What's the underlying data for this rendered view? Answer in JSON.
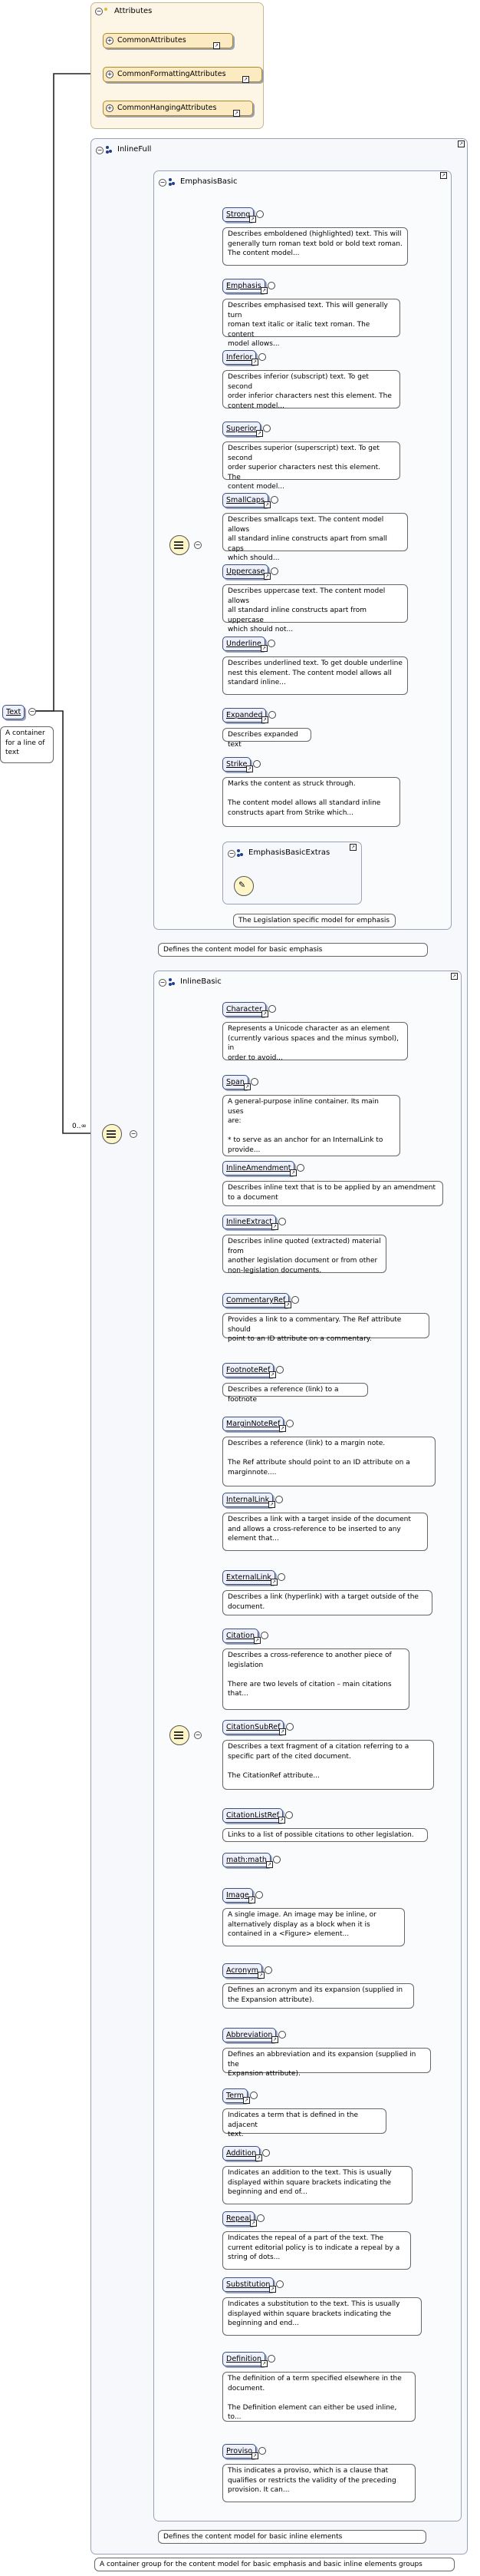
{
  "root": {
    "name": "Text",
    "doc": "A container\nfor a line of\ntext"
  },
  "attributes": {
    "title": "Attributes",
    "items": [
      "CommonAttributes",
      "CommonFormattingAttributes",
      "CommonHangingAttributes"
    ]
  },
  "inline_full": {
    "title": "InlineFull",
    "occurrence": "0..∞",
    "doc": "A container group for the content model for basic emphasis and basic inline elements groups"
  },
  "emphasis_basic": {
    "title": "EmphasisBasic",
    "doc": "Defines the content model for basic emphasis",
    "extras": {
      "title": "EmphasisBasicExtras",
      "doc": "The Legislation specific model for emphasis"
    },
    "elements": [
      {
        "name": "Strong",
        "doc": "Describes emboldened (highlighted) text. This will\ngenerally turn roman text bold or bold text roman.\nThe content model..."
      },
      {
        "name": "Emphasis",
        "doc": "Describes emphasised text. This will generally turn\nroman text italic or italic text roman. The content\nmodel allows..."
      },
      {
        "name": "Inferior",
        "doc": "Describes inferior (subscript) text. To get second\norder inferior characters nest this element. The\ncontent model..."
      },
      {
        "name": "Superior",
        "doc": "Describes superior (superscript) text. To get second\norder superior characters nest this element. The\ncontent model..."
      },
      {
        "name": "SmallCaps",
        "doc": "Describes smallcaps text. The content model allows\nall standard inline constructs apart from small caps\nwhich should..."
      },
      {
        "name": "Uppercase",
        "doc": "Describes uppercase text. The content model allows\nall standard inline constructs apart from uppercase\nwhich should not..."
      },
      {
        "name": "Underline",
        "doc": "Describes underlined text. To get double underline\nnest this element. The content model allows all\nstandard inline..."
      },
      {
        "name": "Expanded",
        "doc": "Describes expanded text"
      },
      {
        "name": "Strike",
        "doc": "Marks the content as struck through.\n\nThe content model allows all standard inline\nconstructs apart from Strike which..."
      }
    ]
  },
  "inline_basic": {
    "title": "InlineBasic",
    "doc": "Defines the content model for basic inline elements",
    "elements": [
      {
        "name": "Character",
        "doc": "Represents a Unicode character as an element\n(currently various spaces and the minus symbol), in\norder to avoid..."
      },
      {
        "name": "Span",
        "doc": "A general-purpose inline container. Its main uses\nare:\n\n* to serve as an anchor for an InternalLink to\nprovide..."
      },
      {
        "name": "InlineAmendment",
        "doc": "Describes inline text that is to be applied by an amendment\nto a document"
      },
      {
        "name": "InlineExtract",
        "doc": "Describes inline quoted (extracted) material from\nanother legislation document or from other\nnon-legislation documents."
      },
      {
        "name": "CommentaryRef",
        "doc": "Provides a link to a commentary. The Ref attribute should\npoint to an ID attribute on a commentary."
      },
      {
        "name": "FootnoteRef",
        "doc": "Describes a reference (link) to a footnote"
      },
      {
        "name": "MarginNoteRef",
        "doc": "Describes a reference (link) to a margin note.\n\nThe Ref attribute should point to an ID attribute on a\nmarginnote...."
      },
      {
        "name": "InternalLink",
        "doc": "Describes a link with a target inside of the document\nand allows a cross-reference to be inserted to any\nelement that..."
      },
      {
        "name": "ExternalLink",
        "doc": "Describes a link (hyperlink) with a target outside of the\ndocument."
      },
      {
        "name": "Citation",
        "doc": "Describes a cross-reference to another piece of\nlegislation\n\nThere are two levels of citation – main citations\nthat..."
      },
      {
        "name": "CitationSubRef",
        "doc": "Describes a text fragment of a citation referring to a\nspecific part of the cited document.\n\nThe CitationRef attribute..."
      },
      {
        "name": "CitationListRef",
        "doc": "Links to a list of possible citations to other legislation."
      },
      {
        "name": "math:math",
        "doc": ""
      },
      {
        "name": "Image",
        "doc": "A single image. An image may be inline, or\nalternatively display as a block when it is\ncontained in a <Figure> element..."
      },
      {
        "name": "Acronym",
        "doc": "Defines an acronym and its expansion (supplied in\nthe Expansion attribute)."
      },
      {
        "name": "Abbreviation",
        "doc": "Defines an abbreviation and its expansion (supplied in the\nExpansion attribute)."
      },
      {
        "name": "Term",
        "doc": "Indicates a term that is defined in the adjacent\ntext."
      },
      {
        "name": "Addition",
        "doc": "Indicates an addition to the text. This is usually\ndisplayed within square brackets indicating the\nbeginning and end of..."
      },
      {
        "name": "Repeal",
        "doc": "Indicates the repeal of a part of the text. The\ncurrent editorial policy is to indicate a repeal by a\nstring of dots..."
      },
      {
        "name": "Substitution",
        "doc": "Indicates a substitution to the text. This is usually\ndisplayed within square brackets indicating the\nbeginning and end..."
      },
      {
        "name": "Definition",
        "doc": "The definition of a term specified elsewhere in the\ndocument.\n\nThe Definition element can either be used inline,\nto..."
      },
      {
        "name": "Proviso",
        "doc": "This indicates a proviso, which is a clause that\nqualifies or restricts the validity of the preceding\nprovision. It can..."
      }
    ]
  }
}
